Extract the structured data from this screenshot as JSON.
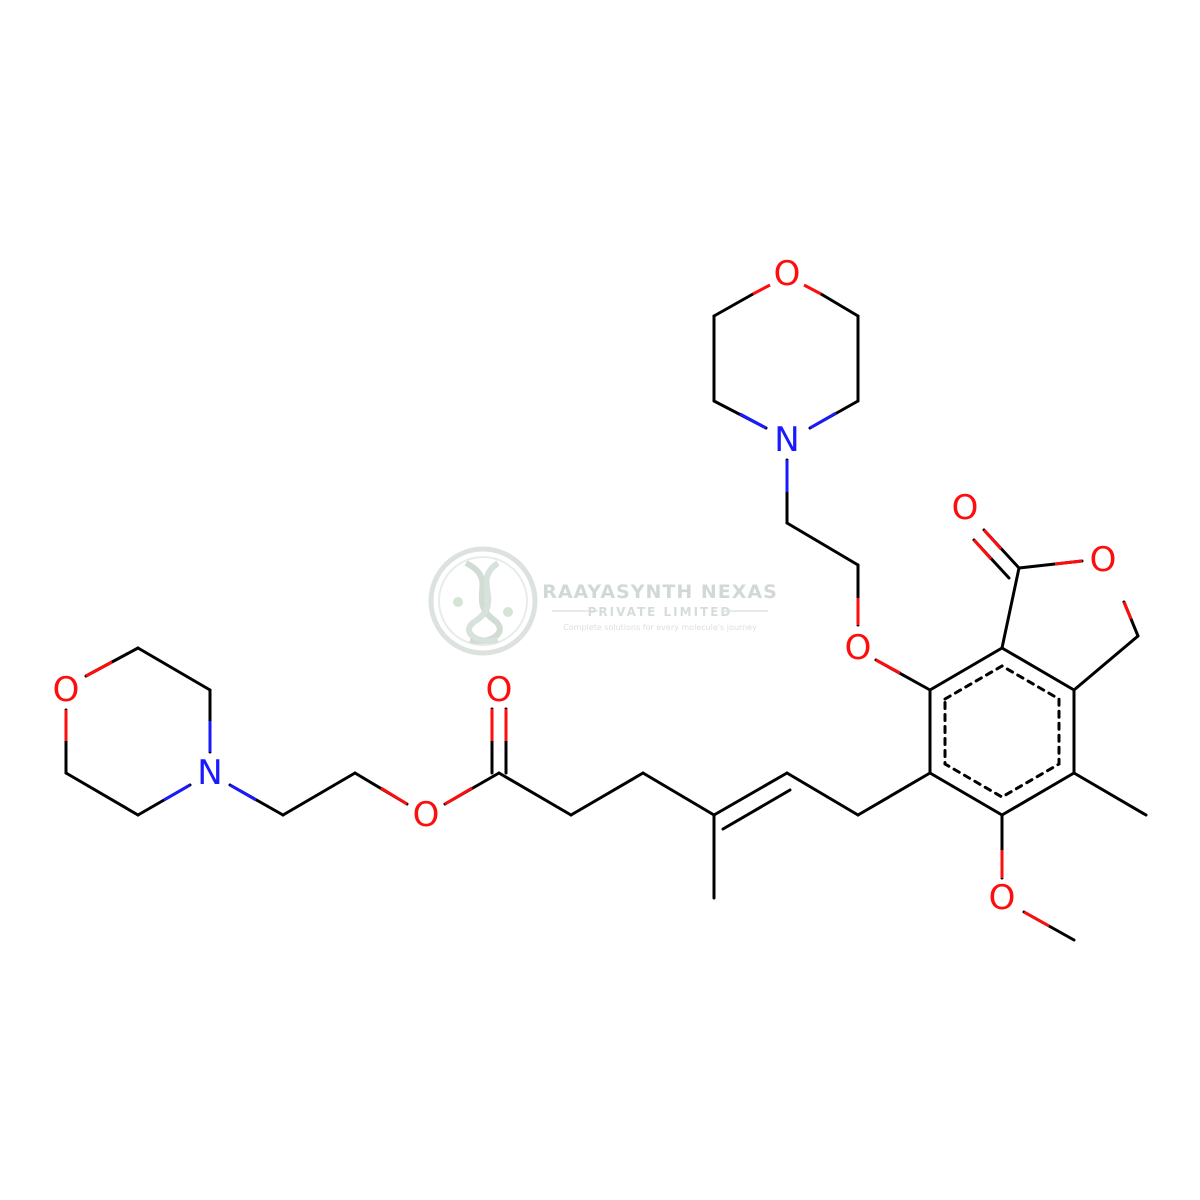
{
  "colors": {
    "bond": "#000000",
    "oxygen": "#ff0d0d",
    "nitrogen": "#1a1aff",
    "watermark": "#c9d3ce"
  },
  "watermark": {
    "company": "RAAYASYNTH NEXAS",
    "subtitle": "PRIVATE LIMITED",
    "tagline": "Complete solutions for every molecule's journey",
    "icon": "dna-helix-logo"
  },
  "atoms": [
    {
      "id": "O_morphA",
      "symbol": "O",
      "element": "oxygen"
    },
    {
      "id": "N_morphA",
      "symbol": "N",
      "element": "nitrogen"
    },
    {
      "id": "O_ether",
      "symbol": "O",
      "element": "oxygen"
    },
    {
      "id": "O_lactone_carbonyl",
      "symbol": "O",
      "element": "oxygen"
    },
    {
      "id": "O_lactone_ring",
      "symbol": "O",
      "element": "oxygen"
    },
    {
      "id": "O_morphB",
      "symbol": "O",
      "element": "oxygen"
    },
    {
      "id": "N_morphB",
      "symbol": "N",
      "element": "nitrogen"
    },
    {
      "id": "O_ester_carbonyl",
      "symbol": "O",
      "element": "oxygen"
    },
    {
      "id": "O_ester",
      "symbol": "O",
      "element": "oxygen"
    },
    {
      "id": "O_methoxy",
      "symbol": "O",
      "element": "oxygen"
    }
  ]
}
